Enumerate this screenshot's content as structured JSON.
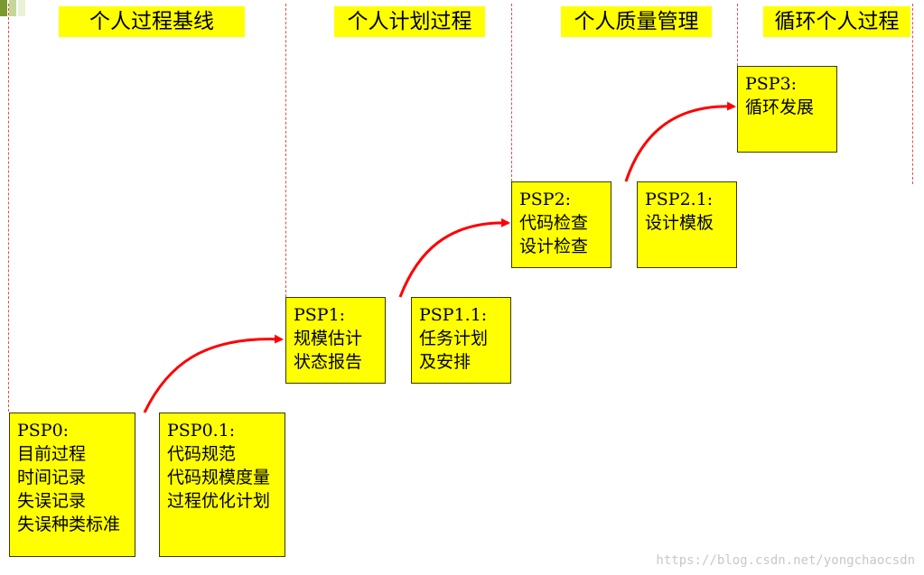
{
  "headers": {
    "baseline": "个人过程基线",
    "planning": "个人计划过程",
    "quality": "个人质量管理",
    "cyclic": "循环个人过程"
  },
  "boxes": {
    "psp0": {
      "title": "PSP0:",
      "lines": [
        "目前过程",
        "时间记录",
        "失误记录",
        "失误种类标准"
      ]
    },
    "psp0_1": {
      "title": "PSP0.1:",
      "lines": [
        "代码规范",
        "代码规模度量",
        "过程优化计划"
      ]
    },
    "psp1": {
      "title": "PSP1:",
      "lines": [
        "规模估计",
        "状态报告"
      ]
    },
    "psp1_1": {
      "title": "PSP1.1:",
      "lines": [
        "任务计划",
        "及安排"
      ]
    },
    "psp2": {
      "title": "PSP2:",
      "lines": [
        "代码检查",
        "设计检查"
      ]
    },
    "psp2_1": {
      "title": "PSP2.1:",
      "lines": [
        "设计模板"
      ]
    },
    "psp3": {
      "title": "PSP3:",
      "lines": [
        "循环发展"
      ]
    }
  },
  "watermark": "https://blog.csdn.net/yongchaocsdn",
  "colors": {
    "box_fill": "#ffff00",
    "arrow": "#ff0000",
    "divider": "#e0504a"
  }
}
